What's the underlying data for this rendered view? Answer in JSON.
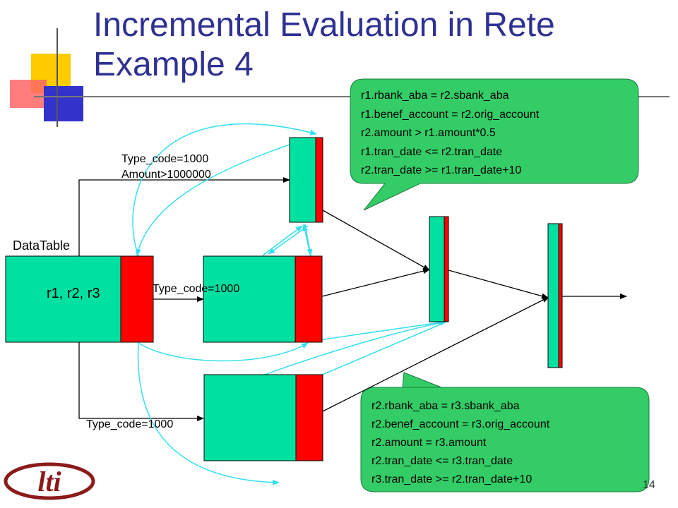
{
  "slide": {
    "title_line1": "Incremental Evaluation in Rete",
    "title_line2": "Example 4",
    "page_number": "14"
  },
  "logo": {
    "text": "lti"
  },
  "colors": {
    "node_fill": "#00e0a0",
    "memory_fill": "#ff0000",
    "callout_fill": "#33cc66",
    "flow_arrow": "#000000",
    "feedback_arrow": "#33e0f0",
    "title": "#2e3192"
  },
  "nodes": {
    "data_table": {
      "label": "DataTable",
      "content": "r1, r2, r3"
    }
  },
  "edges": {
    "top_condition": [
      "Type_code=1000",
      "Amount>1000000"
    ],
    "middle_condition": "Type_code=1000",
    "bottom_condition": "Type_code=1000"
  },
  "callouts": {
    "top": [
      "r1.rbank_aba = r2.sbank_aba",
      "r1.benef_account = r2.orig_account",
      "r2.amount > r1.amount*0.5",
      "r1.tran_date <= r2.tran_date",
      "r2.tran_date >= r1.tran_date+10"
    ],
    "bottom": [
      "r2.rbank_aba = r3.sbank_aba",
      "r2.benef_account = r3.orig_account",
      "r2.amount = r3.amount",
      "r2.tran_date <= r3.tran_date",
      "r3.tran_date >= r2.tran_date+10"
    ]
  }
}
